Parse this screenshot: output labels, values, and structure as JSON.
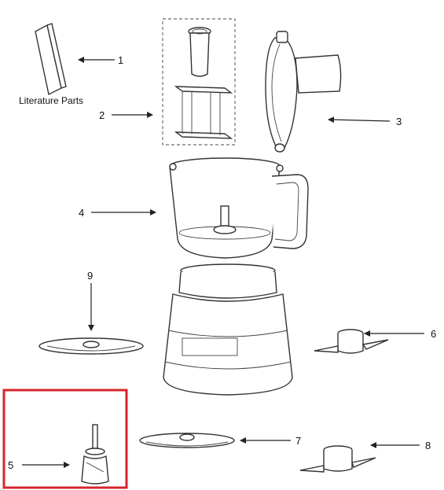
{
  "literature_caption": "Literature Parts",
  "callouts": [
    "1",
    "2",
    "3",
    "4",
    "5",
    "6",
    "7",
    "8",
    "9"
  ],
  "colors": {
    "highlight": "#d7262c",
    "line": "#222222"
  }
}
